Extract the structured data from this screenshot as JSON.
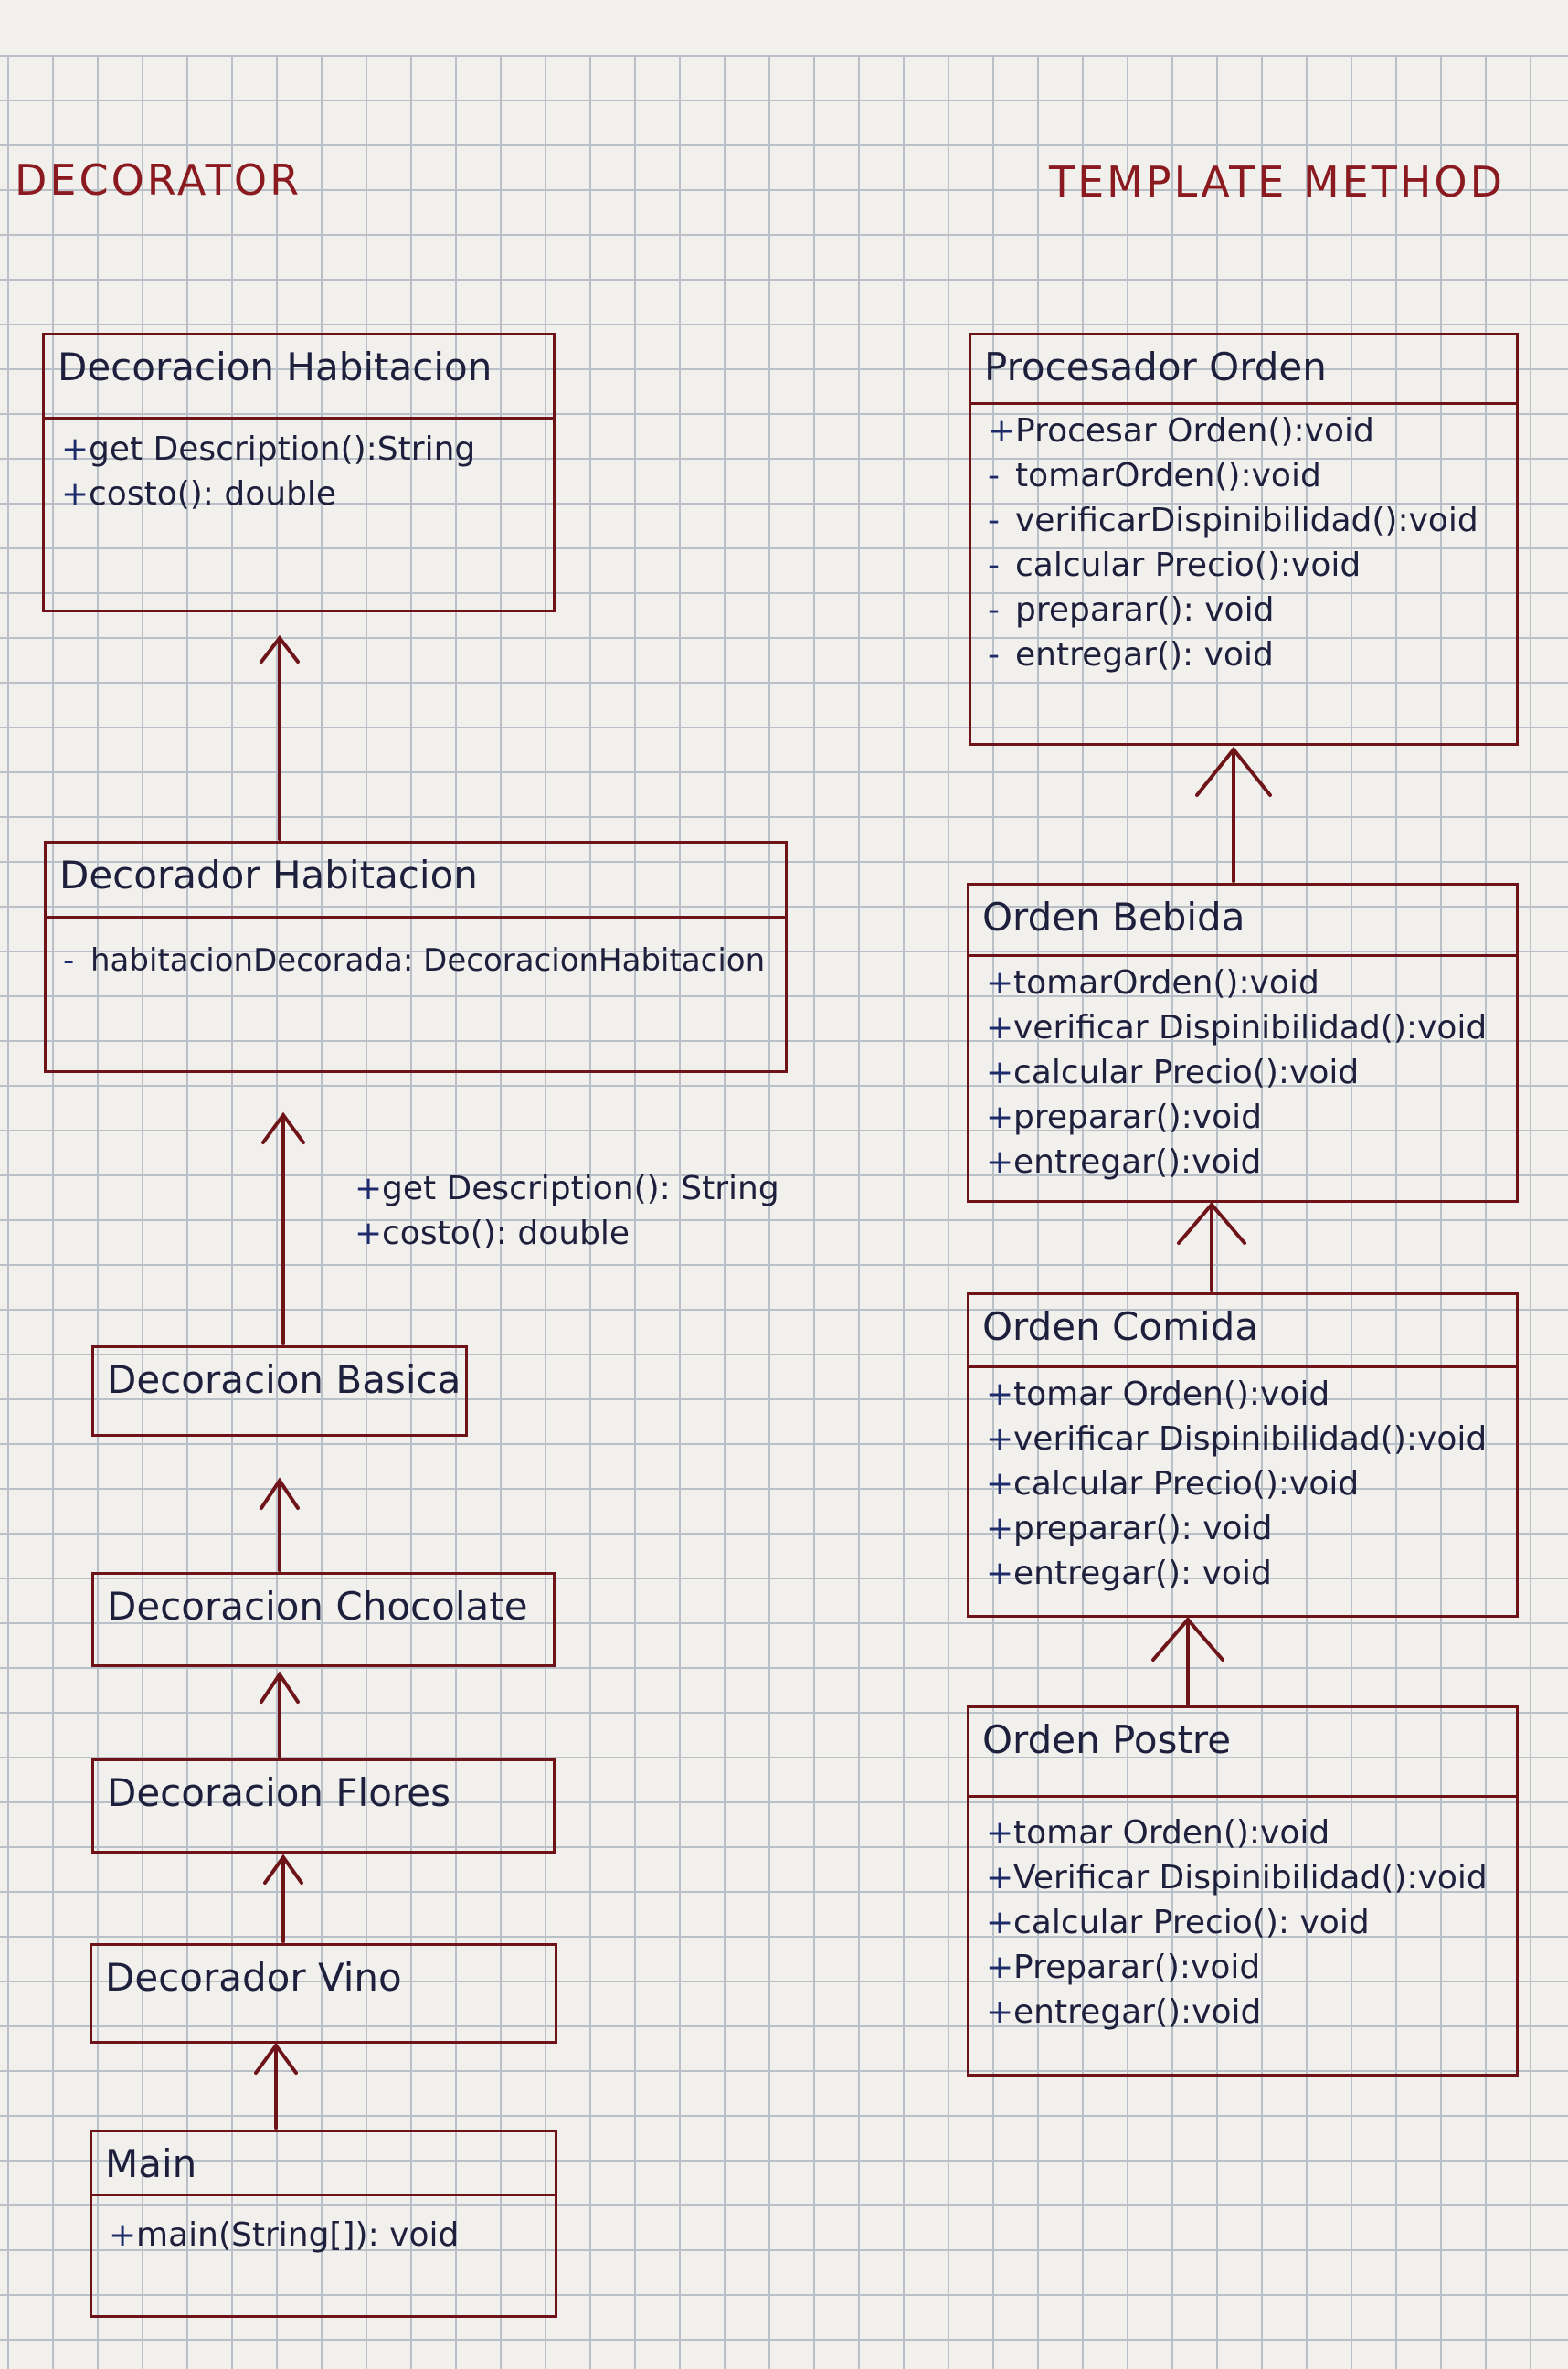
{
  "headings": {
    "left": "DECORATOR",
    "right": "TEMPLATE METHOD"
  },
  "decorator": {
    "decoracion_habitacion": {
      "name": "Decoracion Habitacion",
      "members": [
        {
          "vis": "+",
          "text": "get Description():String"
        },
        {
          "vis": "+",
          "text": "costo(): double"
        }
      ]
    },
    "decorador_habitacion": {
      "name": "Decorador Habitacion",
      "members": [
        {
          "vis": "-",
          "text": "habitacionDecorada: DecoracionHabitacion"
        }
      ]
    },
    "note": [
      {
        "vis": "+",
        "text": "get Description(): String"
      },
      {
        "vis": "+",
        "text": "costo(): double"
      }
    ],
    "decoracion_basica": {
      "name": "Decoracion Basica"
    },
    "decoracion_chocolate": {
      "name": "Decoracion Chocolate"
    },
    "decoracion_flores": {
      "name": "Decoracion Flores"
    },
    "decorador_vino": {
      "name": "Decorador Vino"
    },
    "main": {
      "name": "Main",
      "members": [
        {
          "vis": "+",
          "text": "main(String[]): void"
        }
      ]
    }
  },
  "template": {
    "procesador_orden": {
      "name": "Procesador Orden",
      "members": [
        {
          "vis": "+",
          "text": "Procesar Orden():void"
        },
        {
          "vis": "-",
          "text": "tomarOrden():void"
        },
        {
          "vis": "-",
          "text": "verificarDispinibilidad():void"
        },
        {
          "vis": "-",
          "text": "calcular Precio():void"
        },
        {
          "vis": "-",
          "text": "preparar(): void"
        },
        {
          "vis": "-",
          "text": "entregar(): void"
        }
      ]
    },
    "orden_bebida": {
      "name": "Orden Bebida",
      "members": [
        {
          "vis": "+",
          "text": "tomarOrden():void"
        },
        {
          "vis": "+",
          "text": "verificar Dispinibilidad():void"
        },
        {
          "vis": "+",
          "text": "calcular Precio():void"
        },
        {
          "vis": "+",
          "text": "preparar():void"
        },
        {
          "vis": "+",
          "text": "entregar():void"
        }
      ]
    },
    "orden_comida": {
      "name": "Orden Comida",
      "members": [
        {
          "vis": "+",
          "text": "tomar Orden():void"
        },
        {
          "vis": "+",
          "text": "verificar Dispinibilidad():void"
        },
        {
          "vis": "+",
          "text": "calcular Precio():void"
        },
        {
          "vis": "+",
          "text": "preparar(): void"
        },
        {
          "vis": "+",
          "text": "entregar(): void"
        }
      ]
    },
    "orden_postre": {
      "name": "Orden Postre",
      "members": [
        {
          "vis": "+",
          "text": "tomar Orden():void"
        },
        {
          "vis": "+",
          "text": "Verificar Dispinibilidad():void"
        },
        {
          "vis": "+",
          "text": "calcular Precio(): void"
        },
        {
          "vis": "+",
          "text": "Preparar():void"
        },
        {
          "vis": "+",
          "text": "entregar():void"
        }
      ]
    }
  },
  "colors": {
    "ink": "#1d1f3c",
    "box": "#6e1419",
    "heading": "#8a1a1f",
    "grid": "#b9c0c8"
  }
}
